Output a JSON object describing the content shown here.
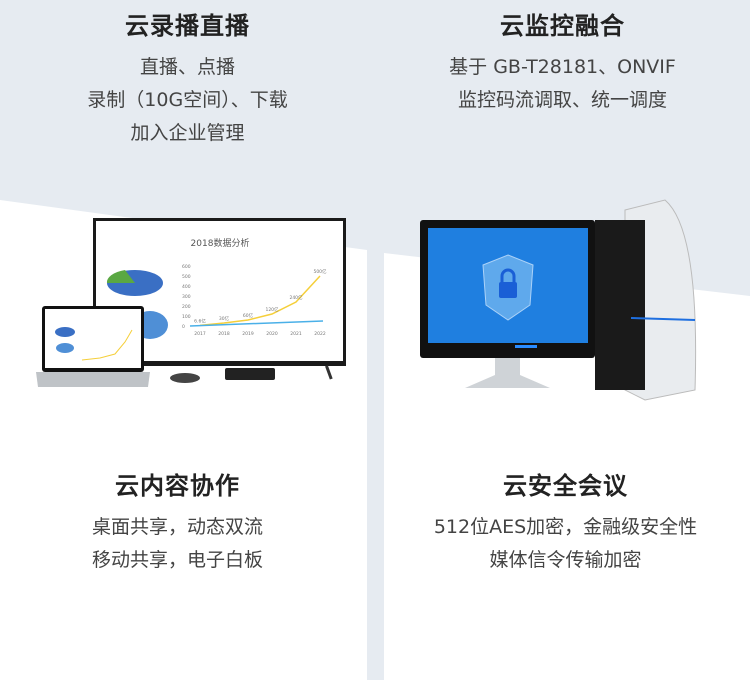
{
  "features": [
    {
      "title": "云录播直播",
      "lines": [
        "直播、点播",
        "录制（10G空间）、下载",
        "加入企业管理"
      ]
    },
    {
      "title": "云监控融合",
      "lines": [
        "基于 GB-T28181、ONVIF",
        "监控码流调取、统一调度"
      ]
    },
    {
      "title": "云内容协作",
      "lines": [
        "桌面共享，动态双流",
        "移动共享，电子白板"
      ]
    },
    {
      "title": "云安全会议",
      "lines": [
        "512位AES加密，金融级安全性",
        "媒体信令传输加密"
      ]
    }
  ],
  "screen_chart": {
    "title": "2018数据分析",
    "yticks": [
      "600",
      "500",
      "400",
      "300",
      "200",
      "100",
      "0"
    ],
    "xticks": [
      "2017",
      "2018",
      "2019",
      "2020",
      "2021",
      "2022"
    ],
    "labels": [
      "6.6亿",
      "30亿",
      "60亿",
      "120亿",
      "240亿",
      "500亿"
    ],
    "values": [
      6.6,
      30,
      60,
      120,
      240,
      500
    ]
  },
  "colors": {
    "bg": "#e6ebf1",
    "line": "#f5cf3a",
    "accent": "#1e6fe0"
  }
}
